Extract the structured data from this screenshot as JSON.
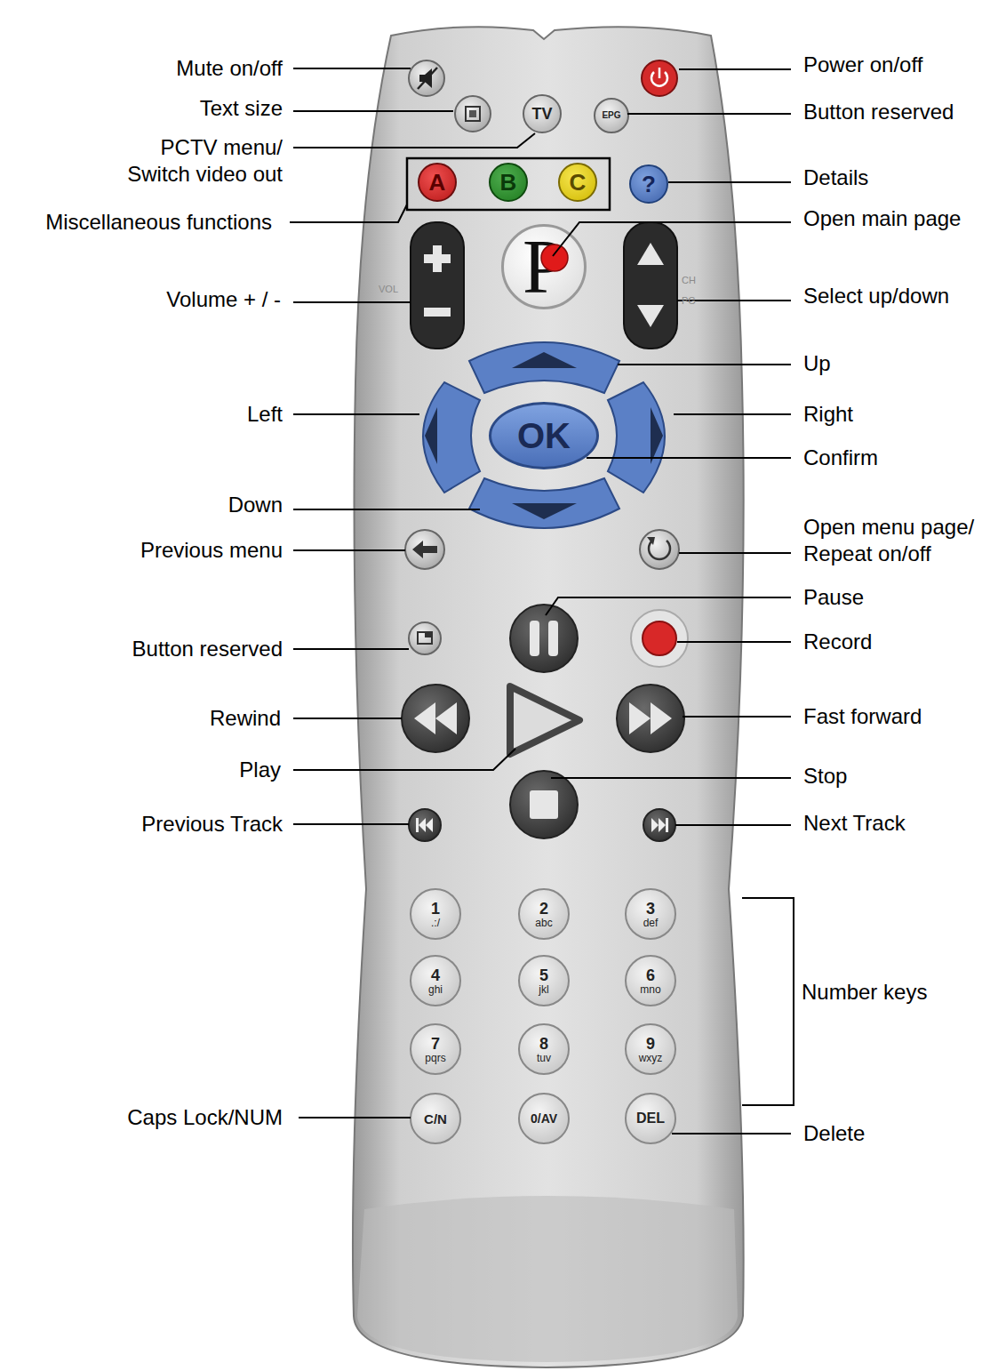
{
  "diagram": {
    "nodes": [
      {
        "text": [
          "TV"
        ]
      },
      {
        "text": [
          "EPG"
        ]
      },
      {
        "text": [
          "A"
        ]
      },
      {
        "text": [
          "B"
        ]
      },
      {
        "text": [
          "C"
        ]
      },
      {
        "text": [
          "?"
        ]
      },
      {
        "text": [
          "P"
        ]
      },
      {
        "text": [
          "OK"
        ]
      },
      {
        "text": [
          "1",
          ".:/"
        ]
      },
      {
        "text": [
          "2",
          "abc"
        ]
      },
      {
        "text": [
          "3",
          "def"
        ]
      },
      {
        "text": [
          "4",
          "ghi"
        ]
      },
      {
        "text": [
          "5",
          "jkl"
        ]
      },
      {
        "text": [
          "6",
          "mno"
        ]
      },
      {
        "text": [
          "7",
          "pqrs"
        ]
      },
      {
        "text": [
          "8",
          "tuv"
        ]
      },
      {
        "text": [
          "9",
          "wxyz"
        ]
      },
      {
        "text": [
          "C/N"
        ]
      },
      {
        "text": [
          "0/AV"
        ]
      },
      {
        "text": [
          "DEL"
        ]
      }
    ],
    "labels": [
      "Mute on/off",
      "Text size",
      "PCTV menu/ Switch video out",
      "Miscellaneous functions",
      "Volume + / -",
      "Left",
      "Down",
      "Previous menu",
      "Button reserved",
      "Rewind",
      "Play",
      "Previous Track",
      "Caps Lock/NUM",
      "Power on/off",
      "Button reserved",
      "Details",
      "Open main page",
      "Select up/down",
      "Up",
      "Right",
      "Confirm",
      "Open menu page/ Repeat on/off",
      "Pause",
      "Record",
      "Fast forward",
      "Stop",
      "Next Track",
      "Number keys",
      "Delete",
      "VOL",
      "CH",
      "PG"
    ]
  }
}
